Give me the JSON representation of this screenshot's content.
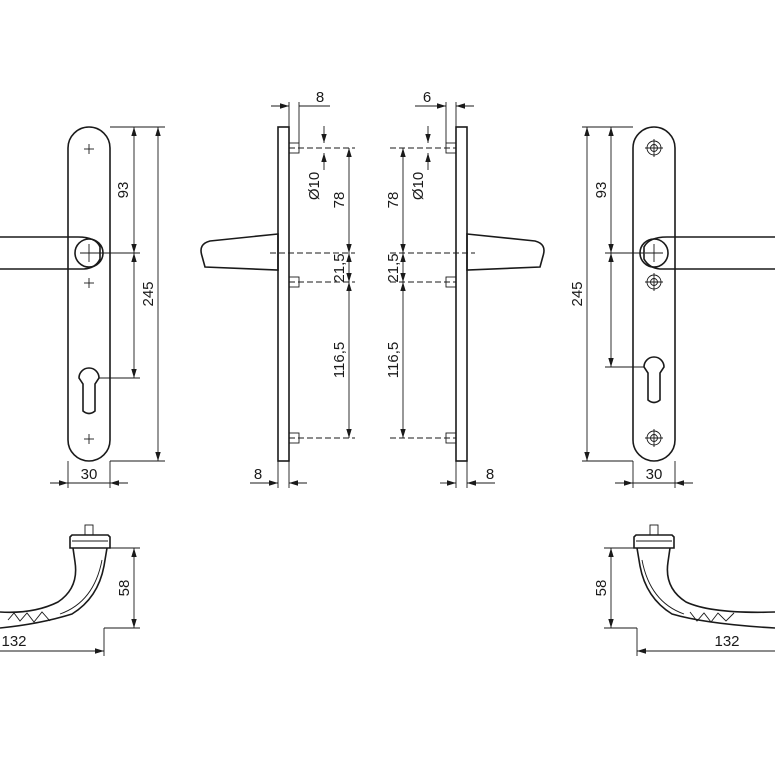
{
  "diagram": {
    "front_left": {
      "top_to_handle": "93",
      "total_height": "245",
      "width": "30"
    },
    "side_left": {
      "offset_top": "8",
      "hole_dia": "Ø10",
      "upper_spacing": "78",
      "middle_spacing": "21,5",
      "lower_spacing": "116,5",
      "plate_thickness": "8"
    },
    "side_right": {
      "offset_top": "6",
      "hole_dia": "Ø10",
      "upper_spacing": "78",
      "middle_spacing": "21,5",
      "lower_spacing": "116,5",
      "plate_thickness": "8"
    },
    "front_right": {
      "top_to_handle": "93",
      "total_height": "245",
      "width": "30"
    },
    "lever_left": {
      "height": "58",
      "projection": "132"
    },
    "lever_right": {
      "height": "58",
      "projection": "132"
    }
  }
}
